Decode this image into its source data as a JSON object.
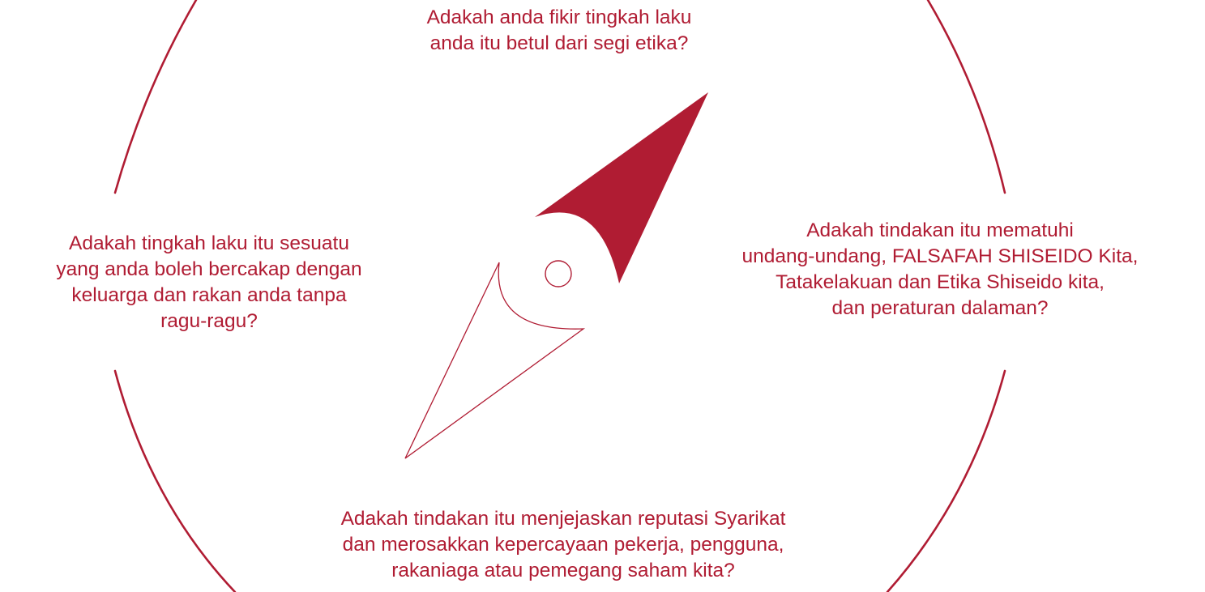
{
  "colors": {
    "accent": "#b01c33",
    "background": "#ffffff"
  },
  "questions": {
    "top": {
      "lines": [
        "Adakah anda fikir tingkah laku",
        "anda itu betul dari segi etika?"
      ]
    },
    "left": {
      "lines": [
        "Adakah tingkah laku itu sesuatu",
        "yang anda boleh bercakap dengan",
        "keluarga dan rakan anda tanpa",
        "ragu-ragu?"
      ]
    },
    "right": {
      "lines": [
        "Adakah tindakan itu mematuhi",
        "undang-undang, FALSAFAH SHISEIDO Kita,",
        "Tatakelakuan dan Etika Shiseido kita,",
        "dan peraturan dalaman?"
      ]
    },
    "bottom": {
      "lines": [
        "Adakah tindakan itu menjejaskan reputasi Syarikat",
        "dan merosakkan kepercayaan pekerja, pengguna,",
        "rakaniaga atau pemegang saham kita?"
      ]
    }
  },
  "compass": {
    "icon": "compass-needle-icon"
  }
}
